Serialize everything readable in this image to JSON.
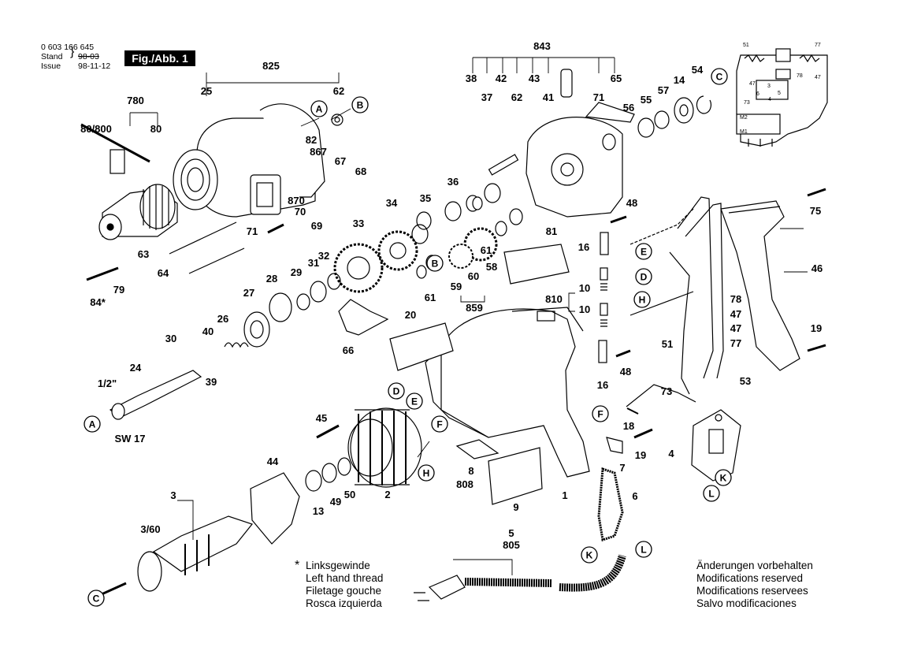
{
  "header": {
    "part_number": "0 603 166 645",
    "stand_label": "Stand",
    "issue_label": "Issue",
    "stand_value": "98-03",
    "issue_value": "98-11-12",
    "figure_label": "Fig./Abb. 1"
  },
  "thread_note": {
    "asterisk": "*",
    "lines": [
      "Linksgewinde",
      "Left hand thread",
      "Filetage gouche",
      "Rosca izquierda"
    ]
  },
  "modifications_note": {
    "lines": [
      "Änderungen vorbehalten",
      "Modifications reserved",
      "Modifications reservees",
      "Salvo modificaciones"
    ]
  },
  "part_labels": [
    "825",
    "780",
    "80/800",
    "80",
    "25",
    "62",
    "82",
    "867",
    "67",
    "68",
    "870",
    "70",
    "71",
    "69",
    "63",
    "64",
    "84*",
    "79",
    "33",
    "34",
    "35",
    "36",
    "31",
    "32",
    "28",
    "29",
    "27",
    "26",
    "40",
    "39",
    "30",
    "24",
    "1/2\"",
    "SW 17",
    "843",
    "38",
    "42",
    "43",
    "37",
    "62",
    "41",
    "71",
    "65",
    "56",
    "55",
    "57",
    "54",
    "14",
    "81",
    "48",
    "16",
    "10",
    "810",
    "10",
    "78",
    "47",
    "47",
    "77",
    "51",
    "48",
    "16",
    "75",
    "46",
    "19",
    "53",
    "73",
    "18",
    "19",
    "4",
    "7",
    "6",
    "5",
    "805",
    "44",
    "3",
    "3/60",
    "13",
    "49",
    "50",
    "2",
    "45",
    "20",
    "66",
    "859",
    "59",
    "60",
    "58",
    "61",
    "61",
    "9",
    "808",
    "8",
    "1"
  ],
  "reference_circles": [
    "A",
    "B",
    "A",
    "B",
    "C",
    "D",
    "E",
    "F",
    "H",
    "D",
    "E",
    "H",
    "F",
    "K",
    "L",
    "K",
    "L",
    "C"
  ],
  "wiring_labels": [
    "51",
    "77",
    "47",
    "78",
    "47",
    "73",
    "3",
    "6",
    "5",
    "4",
    "M2",
    "M1"
  ]
}
